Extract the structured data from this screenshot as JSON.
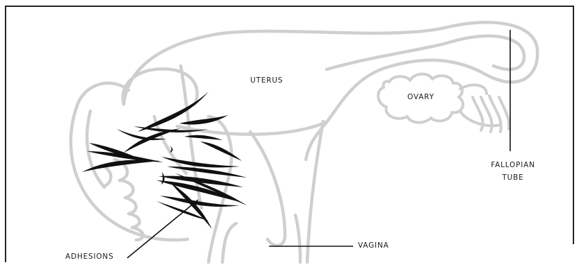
{
  "labels": {
    "uterus": "UTERUS",
    "ovary": "OVARY",
    "fallopian_tube": [
      "FALLOPIAN",
      "TUBE"
    ],
    "adhesions": "ADHESIONS",
    "vagina": "VAGINA"
  },
  "colors": {
    "anatomy_outline": "#cfcfcf",
    "adhesion_strokes": "#111111",
    "leader_lines": "#111111",
    "frame_border": "#222222",
    "label_text": "#1a1a1a"
  }
}
